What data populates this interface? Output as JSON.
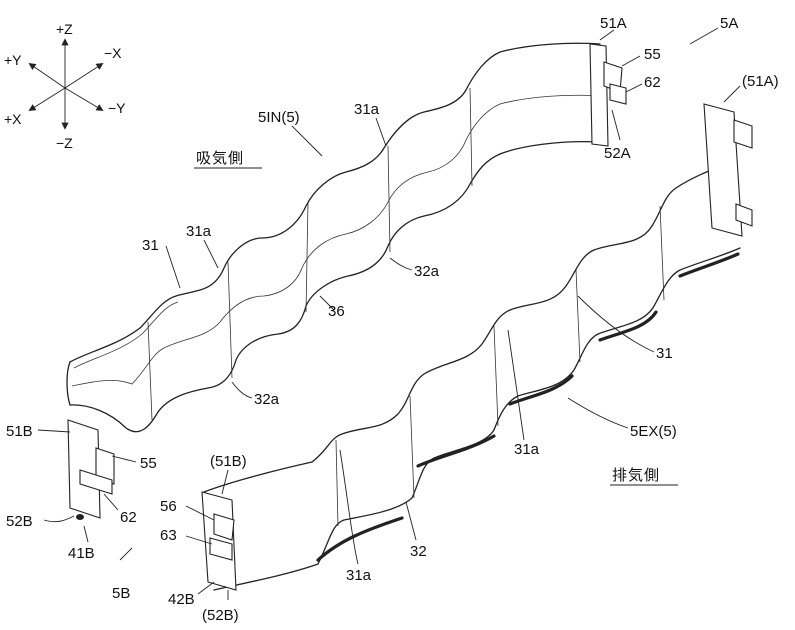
{
  "figure": {
    "axes": {
      "pz": "+Z",
      "py": "+Y",
      "mx": "−X",
      "px": "+X",
      "my": "−Y",
      "mz": "−Z"
    },
    "sides": {
      "intake": "吸気側",
      "exhaust": "排気側"
    },
    "labels": {
      "l_51A": "51A",
      "l_55a": "55",
      "l_62a": "62",
      "l_52A": "52A",
      "l_5A": "5A",
      "l_51Ap": "(51A)",
      "l_5IN": "5IN(5)",
      "l_31a_1": "31a",
      "l_31a_2": "31a",
      "l_31_left": "31",
      "l_32a_1": "32a",
      "l_36": "36",
      "l_32a_2": "32a",
      "l_31_right": "31",
      "l_51B": "51B",
      "l_55b": "55",
      "l_5EX": "5EX(5)",
      "l_31a_3": "31a",
      "l_51Bp": "(51B)",
      "l_56": "56",
      "l_52B": "52B",
      "l_62b": "62",
      "l_63": "63",
      "l_41B": "41B",
      "l_5B": "5B",
      "l_42B": "42B",
      "l_52Bp": "(52B)",
      "l_32": "32",
      "l_31a_4": "31a"
    }
  }
}
